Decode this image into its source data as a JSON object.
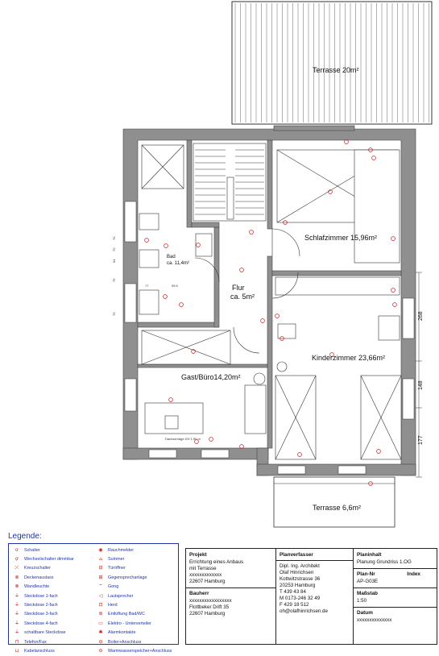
{
  "plan": {
    "rooms": {
      "terrace_top": "Terrasse 20m²",
      "bath": "Bad",
      "bath_area": "ca. 11,4m²",
      "hall": "Flur",
      "hall_area": "ca. 5m²",
      "bedroom": "Schlafzimmer  15,96m²",
      "guest": "Gast/Büro14,20m²",
      "kids": "Kinderzimmer 23,66m²",
      "terrace_bottom": "Terrasse 6,6m²",
      "slope_note": "Dachschräge DH 1,90 m"
    },
    "dimensions": {
      "d268": "268",
      "d148": "148",
      "d177": "177",
      "d77": "77",
      "d955": "95.5",
      "d70a": "70",
      "d70b": "70",
      "d70c": "70",
      "d94": "94",
      "d76": "76"
    }
  },
  "legend": {
    "title": "Legende:",
    "col1": [
      {
        "sym": "switch-icon",
        "glyph": "ơ",
        "label": "Schalter"
      },
      {
        "sym": "two-way-switch-icon",
        "glyph": "ợ",
        "label": "Wechselschalter dimmbar"
      },
      {
        "sym": "cross-switch-icon",
        "glyph": "⤫",
        "label": "Kreuzschalter"
      },
      {
        "sym": "ceiling-outlet-icon",
        "glyph": "⊗",
        "label": "Deckenauslass"
      },
      {
        "sym": "wall-lamp-icon",
        "glyph": "⊗",
        "label": "Wandleuchte"
      },
      {
        "sym": "socket-1-icon",
        "glyph": "⏚",
        "label": "Steckdose 1-fach"
      },
      {
        "sym": "socket-2-icon",
        "glyph": "⏚",
        "label": "Steckdose 2-fach"
      },
      {
        "sym": "socket-3-icon",
        "glyph": "⏚",
        "label": "Steckdose 3-fach"
      },
      {
        "sym": "socket-4-icon",
        "glyph": "⏚",
        "label": "Steckdose 4-fach"
      },
      {
        "sym": "switched-socket-icon",
        "glyph": "⏚",
        "label": "schaltbare Steckdose"
      },
      {
        "sym": "phone-fax-icon",
        "glyph": "⊓",
        "label": "Telefon/Fax"
      },
      {
        "sym": "cable-connection-icon",
        "glyph": "⊔",
        "label": "Kabelanschluss"
      }
    ],
    "col2": [
      {
        "sym": "smoke-detector-icon",
        "glyph": "◉",
        "label": "Rauchmelder"
      },
      {
        "sym": "buzzer-icon",
        "glyph": "⌓",
        "label": "Summer"
      },
      {
        "sym": "door-opener-icon",
        "glyph": "⊟",
        "label": "Türöffner"
      },
      {
        "sym": "intercom-icon",
        "glyph": "⊞",
        "label": "Gegensprechanlage"
      },
      {
        "sym": "gong-icon",
        "glyph": "⌔",
        "label": "Gong"
      },
      {
        "sym": "speaker-icon",
        "glyph": "◁",
        "label": "Lautsprecher"
      },
      {
        "sym": "stove-icon",
        "glyph": "⊡",
        "label": "Herd"
      },
      {
        "sym": "ventilation-icon",
        "glyph": "⊛",
        "label": "Entlüftung Bad/WC"
      },
      {
        "sym": "distribution-board-icon",
        "glyph": "▭",
        "label": "Elektro - Unterverteiler"
      },
      {
        "sym": "alarm-contact-icon",
        "glyph": "✱",
        "label": "Alarmkontakte"
      },
      {
        "sym": "boiler-icon",
        "glyph": "⊖",
        "label": "Boiler+Anschluss"
      },
      {
        "sym": "hot-water-tank-icon",
        "glyph": "⊖",
        "label": "Warmwasserspeicher+Anschluss"
      }
    ]
  },
  "titleblock": {
    "project_h": "Projekt",
    "project_lines": [
      "Errichtung eines Anbaus",
      "mit Terrasse",
      "xxxxxxxxxxxxx",
      "22607 Hamburg"
    ],
    "owner_h": "Bauherr",
    "owner_lines": [
      "xxxxxxxxxxxxxxxxx",
      "Flottbeker Drift 35",
      "22607 Hamburg"
    ],
    "planner_h": "Planverfasser",
    "planner_lines": [
      "Dipl. Ing. Architekt",
      "Olaf Hinrichsen",
      "Kottwitzstrasse 36",
      "20253 Hamburg",
      "T 439 43 84",
      "M 0173-246 32 49",
      "F 429 18 512",
      "oh@olafhinrichsen.de"
    ],
    "content_h": "Planinhalt",
    "content_v": "Planung Grundriss 1.OG",
    "plan_nr_h": "Plan-Nr",
    "index_h": "Index",
    "plan_nr_v": "AP-G03E",
    "scale_h": "Maßstab",
    "scale_v": "1:50",
    "date_h": "Datum",
    "date_v": "xxxxxxxxxxxxxx"
  }
}
